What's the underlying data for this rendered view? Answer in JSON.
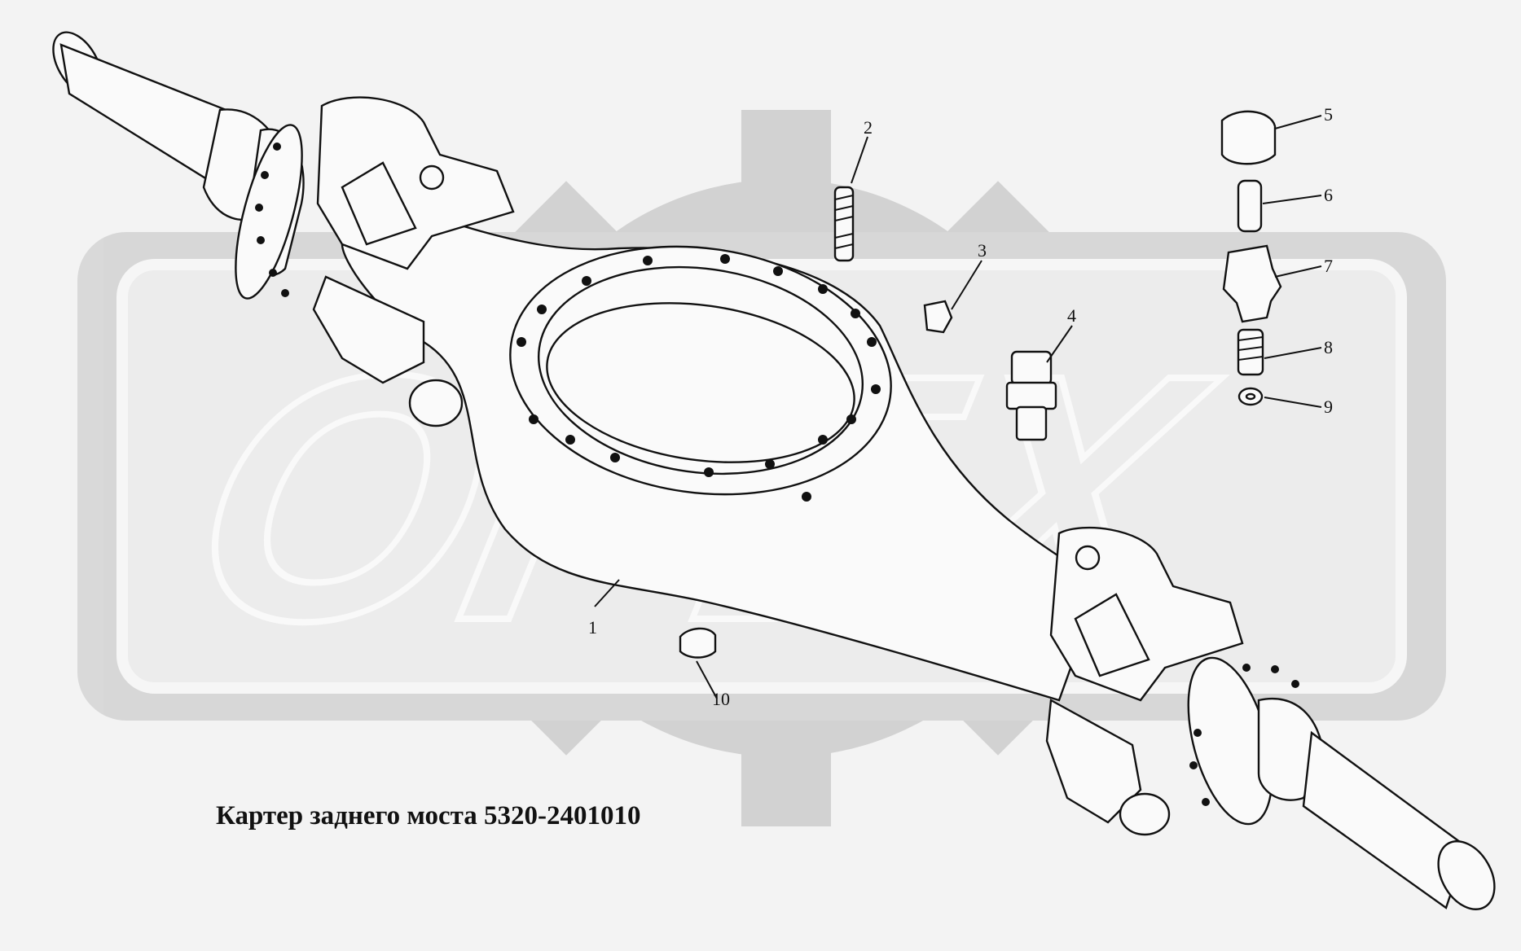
{
  "title": "Картер заднего моста 5320-2401010",
  "watermark": {
    "text": "OPEX",
    "color": "#c9c9c9"
  },
  "callouts": [
    "1",
    "2",
    "3",
    "4",
    "5",
    "6",
    "7",
    "8",
    "9",
    "10"
  ]
}
